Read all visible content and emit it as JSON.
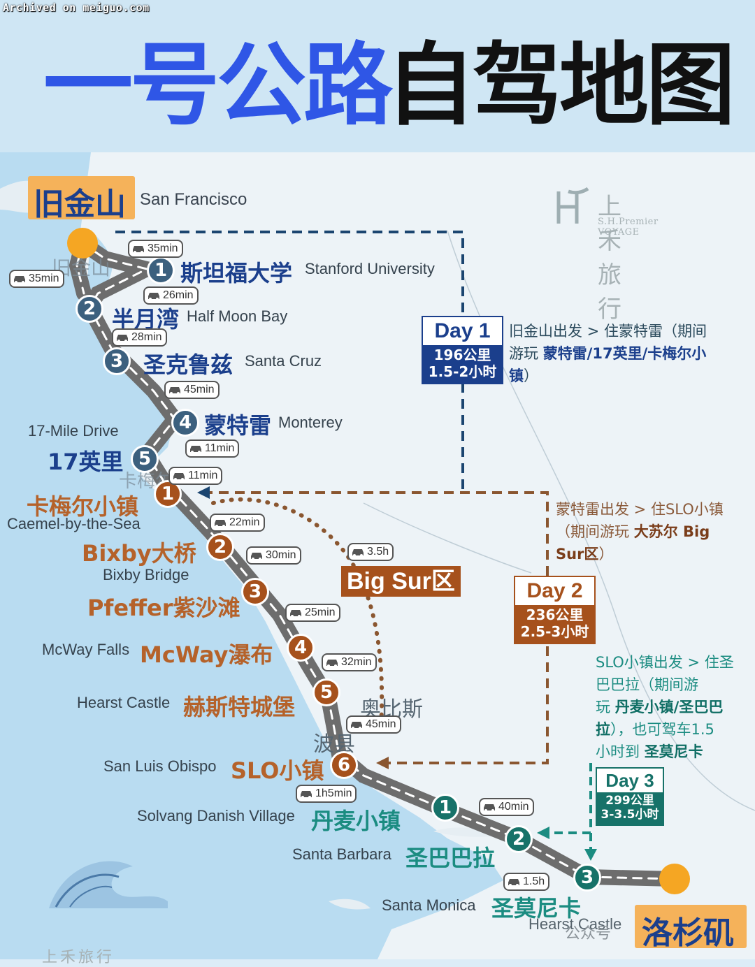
{
  "watermark": "Archived on meiguo.com",
  "title": {
    "blue": "一号公路",
    "black": "自驾地图"
  },
  "brand": {
    "cn": "上禾旅行",
    "en": "S.H.Premier VOYAGE"
  },
  "colors": {
    "blue": "#1b3f8c",
    "orange": "#a6511c",
    "teal": "#177269",
    "endpoint": "#f5a623",
    "road": "#7c7c7c"
  },
  "cities": {
    "start": {
      "cn": "旧金山",
      "en": "San Francisco"
    },
    "end": {
      "cn": "洛杉矶"
    }
  },
  "day1": {
    "title": "Day 1",
    "distance": "196公里",
    "time": "1.5-2小时",
    "note": [
      "旧金山出发 > 住蒙特雷（期间",
      "游玩 ",
      "蒙特雷/17英里/卡梅尔小",
      "镇",
      "）"
    ],
    "stops": [
      {
        "num": "1",
        "cn": "斯坦福大学",
        "en": "Stanford University"
      },
      {
        "num": "2",
        "cn": "半月湾",
        "en": "Half Moon Bay"
      },
      {
        "num": "3",
        "cn": "圣克鲁兹",
        "en": "Santa Cruz"
      },
      {
        "num": "4",
        "cn": "蒙特雷",
        "en": "Monterey"
      },
      {
        "num": "5",
        "cn": "17英里",
        "en": "17-Mile Drive"
      }
    ],
    "durations": [
      "35min",
      "35min",
      "26min",
      "28min",
      "45min",
      "11min"
    ]
  },
  "day2": {
    "title": "Day 2",
    "distance": "236公里",
    "time": "2.5-3小时",
    "note": [
      "蒙特雷出发 > 住SLO小镇",
      "（期间游玩 ",
      "大苏尔 Big",
      "Sur区",
      "）"
    ],
    "region": "Big Sur区",
    "region_duration": "3.5h",
    "stops": [
      {
        "num": "1",
        "cn": "卡梅尔小镇",
        "en": "Caemel-by-the-Sea"
      },
      {
        "num": "2",
        "cn": "Bixby大桥",
        "en": "Bixby Bridge"
      },
      {
        "num": "3",
        "cn": "Pfeffer紫沙滩",
        "en": ""
      },
      {
        "num": "4",
        "cn": "McWay瀑布",
        "en": "McWay Falls"
      },
      {
        "num": "5",
        "cn": "赫斯特城堡",
        "en": "Hearst Castle"
      },
      {
        "num": "6",
        "cn": "SLO小镇",
        "en": "San Luis Obispo"
      }
    ],
    "durations": [
      "11min",
      "22min",
      "30min",
      "25min",
      "32min",
      "45min"
    ]
  },
  "day3": {
    "title": "Day 3",
    "distance": "299公里",
    "time": "3-3.5小时",
    "note": [
      "SLO小镇出发 > 住圣",
      "巴巴拉（期间游",
      "玩 ",
      "丹麦小镇/圣巴巴",
      "拉",
      "），也可驾车1.5",
      "小时到 ",
      "圣莫尼卡"
    ],
    "stops": [
      {
        "num": "1",
        "cn": "丹麦小镇",
        "en": "Solvang Danish Village"
      },
      {
        "num": "2",
        "cn": "圣巴巴拉",
        "en": "Santa Barbara"
      },
      {
        "num": "3",
        "cn": "圣莫尼卡",
        "en": "Santa Monica"
      }
    ],
    "durations": [
      "1h5min",
      "40min",
      "1.5h"
    ]
  },
  "map_bg_labels": [
    "旧金山",
    "卡梅尔",
    "奥比斯",
    "波县",
    "Hearst Castle"
  ],
  "footer_mark": "公众号",
  "bottom_brand": "上禾旅行"
}
